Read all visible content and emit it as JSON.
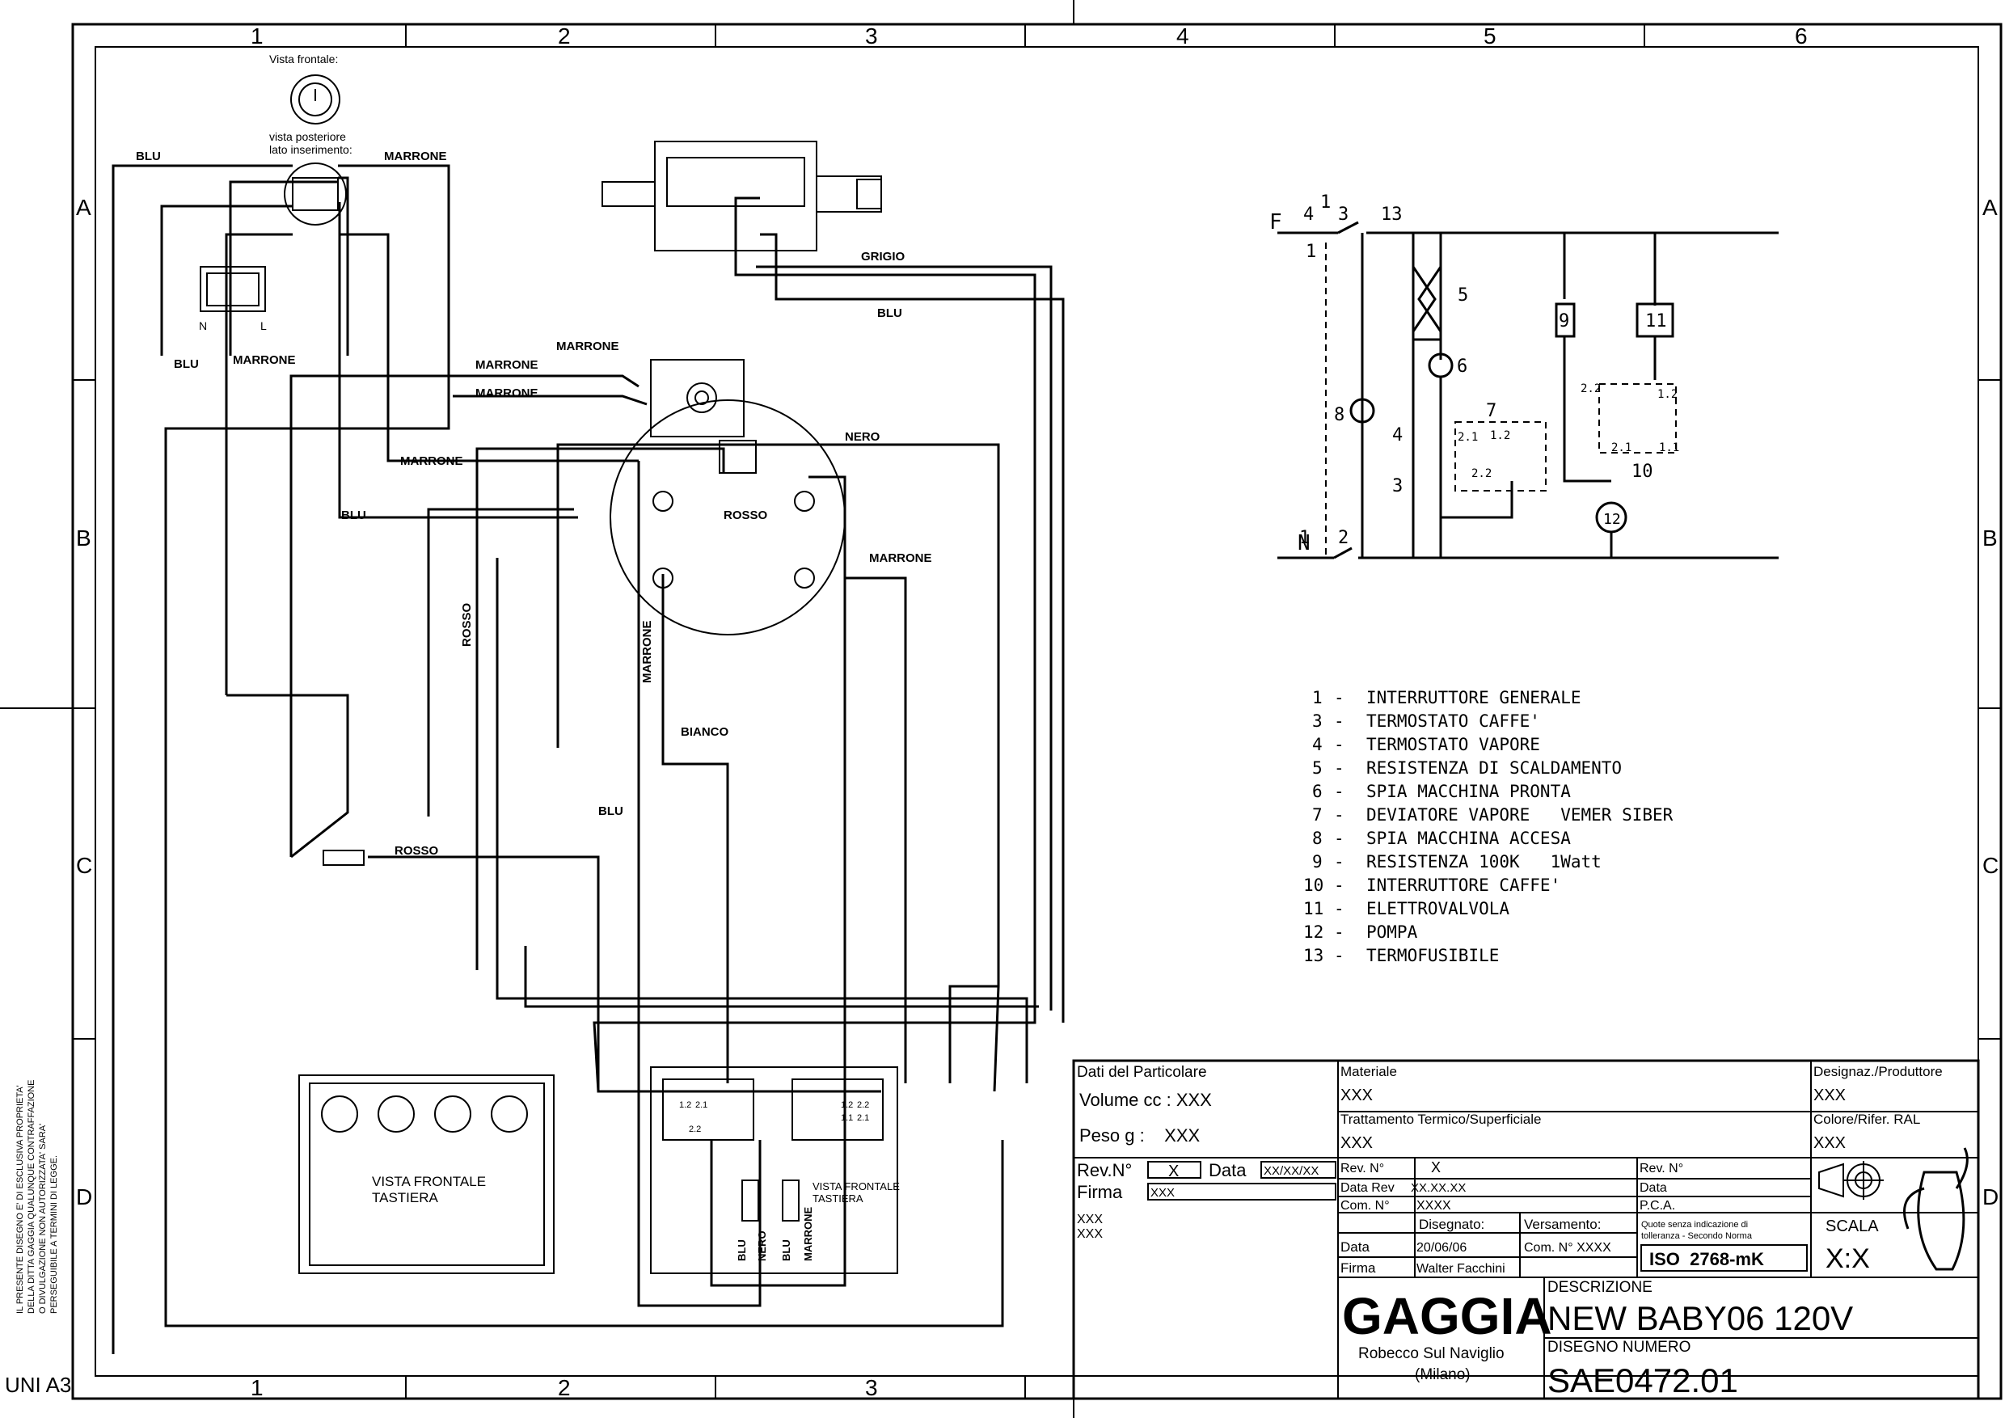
{
  "sheet": {
    "columns": [
      "1",
      "2",
      "3",
      "4",
      "5",
      "6"
    ],
    "rows": [
      "A",
      "B",
      "C",
      "D"
    ],
    "format": "UNI A3",
    "side_note": [
      "IL PRESENTE DISEGNO E' DI ESCLUSIVA PROPRIETA'",
      "DELLA DITTA GAGGIA QUALUNQUE CONTRAFFAZIONE",
      "O DIVULGAZIONE NON AUTORIZZATA' SARA'",
      "PERSEGUIBILE A TERMINI DI LEGGE."
    ]
  },
  "wiring": {
    "switch_front_label": "Vista frontale:",
    "switch_rear_label": "vista posteriore",
    "switch_rear_label2": "lato inserimento:",
    "wire_labels": {
      "blu_top": "BLU",
      "marrone_top": "MARRONE",
      "blu_mid": "BLU",
      "marrone_mid": "MARRONE",
      "grigio": "GRIGIO",
      "blu_right": "BLU",
      "marrone_valve": "MARRONE",
      "marrone_v1": "MARRONE",
      "marrone_v2": "MARRONE",
      "marrone_left": "MARRONE",
      "nero": "NERO",
      "blu_boiler": "BLU",
      "rosso_boiler": "ROSSO",
      "marrone_boiler": "MARRONE",
      "rosso_vert": "ROSSO",
      "marrone_vert": "MARRONE",
      "bianco": "BIANCO",
      "blu_c": "BLU",
      "rosso_c": "ROSSO",
      "blu_b1": "BLU",
      "nero_b": "NERO",
      "blu_b2": "BLU",
      "marrone_b": "MARRONE"
    },
    "keypad_label": "VISTA FRONTALE",
    "keypad_label2": "TASTIERA",
    "switchboard_label": "VISTA FRONTALE",
    "switchboard_label2": "TASTIERA",
    "pin_labels": [
      "1.2",
      "2.1",
      "2.2",
      "1.2",
      "2.2",
      "1.1",
      "2.1",
      "N",
      "L"
    ]
  },
  "schematic": {
    "line_f": "F",
    "line_n": "N",
    "numbers": [
      "4",
      "1",
      "3",
      "13",
      "1",
      "5",
      "6",
      "8",
      "4",
      "3",
      "7",
      "2.1",
      "1.2",
      "2.2",
      "9",
      "11",
      "2.2",
      "1.2",
      "2.1",
      "1.1",
      "10",
      "12",
      "1",
      "2"
    ]
  },
  "legend": [
    {
      "num": "1",
      "text": "INTERRUTTORE GENERALE"
    },
    {
      "num": "3",
      "text": "TERMOSTATO CAFFE'"
    },
    {
      "num": "4",
      "text": "TERMOSTATO VAPORE"
    },
    {
      "num": "5",
      "text": "RESISTENZA DI SCALDAMENTO"
    },
    {
      "num": "6",
      "text": "SPIA MACCHINA PRONTA"
    },
    {
      "num": "7",
      "text": "DEVIATORE VAPORE   VEMER SIBER"
    },
    {
      "num": "8",
      "text": "SPIA MACCHINA ACCESA"
    },
    {
      "num": "9",
      "text": "RESISTENZA 100K   1Watt"
    },
    {
      "num": "10",
      "text": "INTERRUTTORE CAFFE'"
    },
    {
      "num": "11",
      "text": "ELETTROVALVOLA"
    },
    {
      "num": "12",
      "text": "POMPA"
    },
    {
      "num": "13",
      "text": "TERMOFUSIBILE"
    }
  ],
  "title_block": {
    "dati_label": "Dati del Particolare",
    "volume": "Volume cc : XXX",
    "peso": "Peso g :    XXX",
    "rev_label": "Rev.N°",
    "rev_value": "X",
    "data_label": "Data",
    "data_value": "XX/XX/XX",
    "firma_label": "Firma",
    "firma_value": "XXX",
    "notes": [
      "XXX",
      "XXX"
    ],
    "materiale_label": "Materiale",
    "materiale_value": "XXX",
    "trattamento_label": "Trattamento Termico/Superficiale",
    "trattamento_value": "XXX",
    "designaz_label": "Designaz./Produttore",
    "designaz_value": "XXX",
    "colore_label": "Colore/Rifer. RAL",
    "colore_value": "XXX",
    "rev_n_label": "Rev. N°",
    "rev_n_value": "X",
    "data_rev_label": "Data Rev",
    "data_rev_value": "XX.XX.XX",
    "com_label": "Com. N°",
    "com_value": "XXXX",
    "rev_n2_label": "Rev. N°",
    "data2_label": "Data",
    "pca_label": "P.C.A.",
    "disegnato_label": "Disegnato:",
    "versamento_label": "Versamento:",
    "data3_label": "Data",
    "data3_value": "20/06/06",
    "com2_value": "Com. N° XXXX",
    "firma2_label": "Firma",
    "firma2_value": "Walter Facchini",
    "quote_note": "Quote senza indicazione di",
    "quote_note2": "tolleranza - Secondo Norma",
    "iso": "ISO  2768-mK",
    "scala_label": "SCALA",
    "scala_value": "X:X",
    "brand": "GAGGIA",
    "city": "Robecco Sul Naviglio",
    "city2": "(Milano)",
    "descrizione_label": "DESCRIZIONE",
    "descrizione_value": "NEW BABY06 120V",
    "disegno_label": "DISEGNO NUMERO",
    "disegno_value": "SAE0472.01"
  }
}
